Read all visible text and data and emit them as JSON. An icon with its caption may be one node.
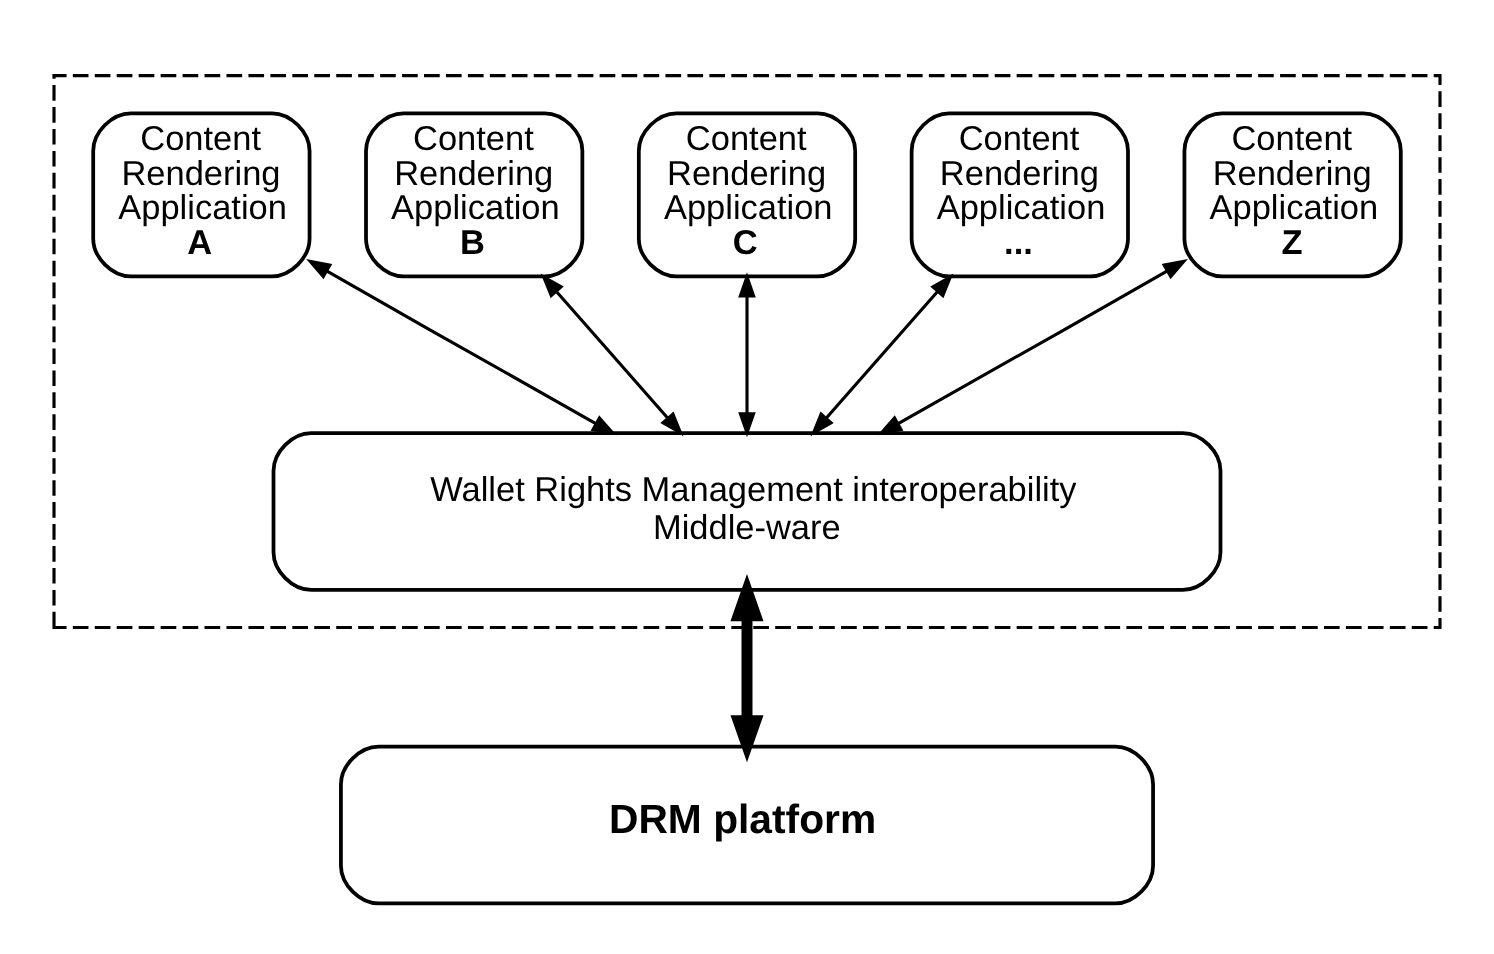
{
  "diagram": {
    "nodes": [
      {
        "text": [],
        "shape": "box"
      },
      {
        "text": [
          "Content Rendering Application",
          "A"
        ],
        "in": 0
      },
      {
        "text": [
          "Content Rendering Application",
          "B"
        ],
        "in": 0
      },
      {
        "text": [
          "Content Rendering Application",
          "C"
        ],
        "in": 0
      },
      {
        "text": [
          "Content Rendering Application",
          "..."
        ],
        "in": 0
      },
      {
        "text": [
          "Content Rendering Application",
          "Z"
        ],
        "in": 0
      },
      {
        "text": [
          "Wallet Rights Management interoperability Middle-ware"
        ],
        "in": 0
      },
      {
        "text": [
          "DRM platform"
        ]
      }
    ],
    "edges": [
      {
        "from": 1,
        "to": 6,
        "arrow": "both"
      },
      {
        "from": 2,
        "to": 6,
        "arrow": "both"
      },
      {
        "from": 3,
        "to": 6,
        "arrow": "both"
      },
      {
        "from": 4,
        "to": 6,
        "arrow": "both"
      },
      {
        "from": 5,
        "to": 6,
        "arrow": "both"
      },
      {
        "from": 6,
        "to": 7,
        "arrow": "both",
        "style": "thick"
      }
    ]
  }
}
